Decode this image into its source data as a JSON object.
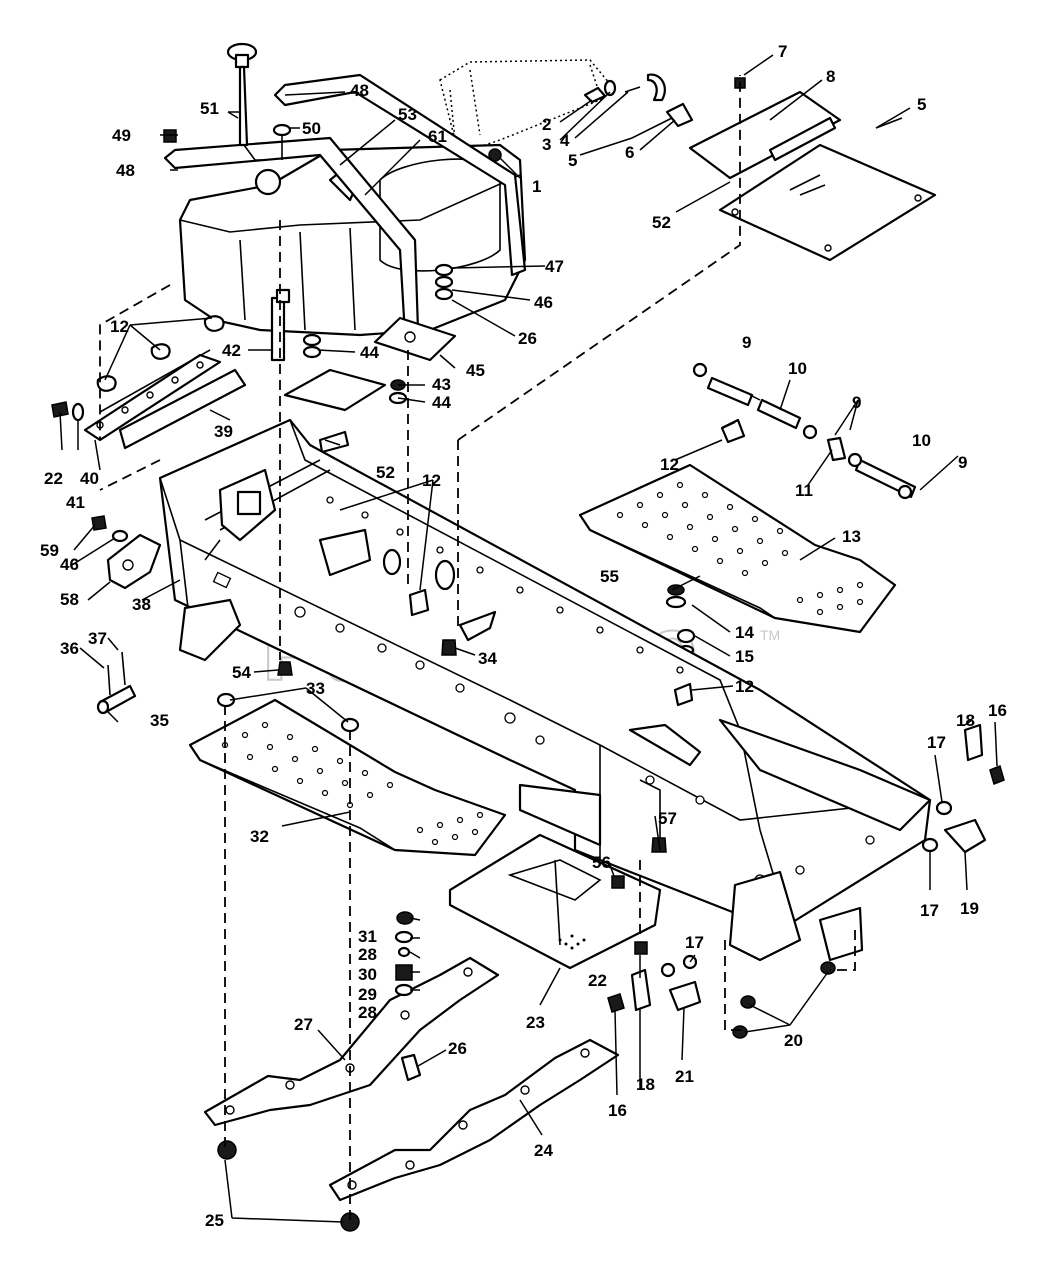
{
  "diagram": {
    "watermark": "PartsTree",
    "watermark_tm": "TM",
    "callouts": {
      "c1": "1",
      "c2": "2",
      "c3": "3",
      "c4": "4",
      "c5a": "5",
      "c5b": "5",
      "c6": "6",
      "c7": "7",
      "c8": "8",
      "c9a": "9",
      "c9b": "9",
      "c9c": "9",
      "c10a": "10",
      "c10b": "10",
      "c11": "11",
      "c12a": "12",
      "c12b": "12",
      "c12c": "12",
      "c12d": "12",
      "c13": "13",
      "c14": "14",
      "c15": "15",
      "c16a": "16",
      "c16b": "16",
      "c17a": "17",
      "c17b": "17",
      "c17c": "17",
      "c18a": "18",
      "c18b": "18",
      "c19": "19",
      "c20": "20",
      "c21": "21",
      "c22a": "22",
      "c22b": "22",
      "c23": "23",
      "c24": "24",
      "c25": "25",
      "c26a": "26",
      "c26b": "26",
      "c27": "27",
      "c28a": "28",
      "c28b": "28",
      "c29": "29",
      "c30": "30",
      "c31": "31",
      "c32": "32",
      "c33": "33",
      "c34": "34",
      "c35": "35",
      "c36": "36",
      "c37": "37",
      "c38": "38",
      "c39": "39",
      "c40": "40",
      "c41": "41",
      "c42": "42",
      "c43": "43",
      "c44a": "44",
      "c44b": "44",
      "c45": "45",
      "c46a": "46",
      "c46b": "46",
      "c47": "47",
      "c48a": "48",
      "c48b": "48",
      "c49": "49",
      "c50": "50",
      "c51": "51",
      "c52a": "52",
      "c52b": "52",
      "c53": "53",
      "c54": "54",
      "c55": "55",
      "c56": "56",
      "c57": "57",
      "c58": "58",
      "c59": "59",
      "c61": "61"
    }
  }
}
